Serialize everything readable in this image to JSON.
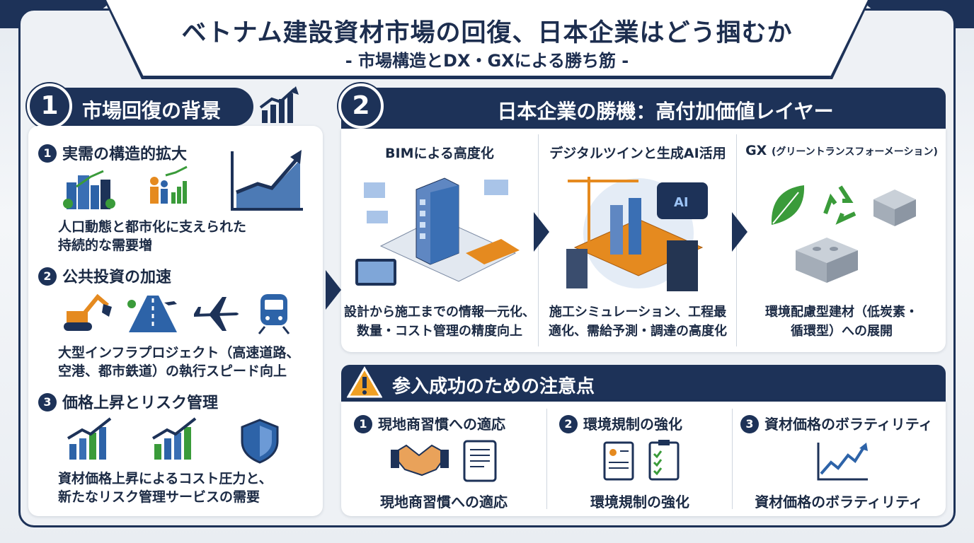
{
  "header": {
    "title": "ベトナム建設資材市場の回復、日本企業はどう掴むか",
    "subtitle": "- 市場構造とDX・GXによる勝ち筋 -"
  },
  "section1": {
    "number": "1",
    "title": "市場回復の背景",
    "items": [
      {
        "number": "1",
        "heading": "実需の構造的拡大",
        "description_lines": [
          "人口動態と都市化に支えられた",
          "持続的な需要増"
        ]
      },
      {
        "number": "2",
        "heading": "公共投資の加速",
        "description_lines": [
          "大型インフラプロジェクト（高速道路、",
          "空港、都市鉄道）の執行スピード向上"
        ]
      },
      {
        "number": "3",
        "heading": "価格上昇とリスク管理",
        "description_lines": [
          "資材価格上昇によるコスト圧力と、",
          "新たなリスク管理サービスの需要"
        ]
      }
    ]
  },
  "section2": {
    "number": "2",
    "title": "日本企業の勝機：高付加価値レイヤー",
    "columns": [
      {
        "heading": "BIMによる高度化",
        "description_lines": [
          "設計から施工までの情報一元化、",
          "数量・コスト管理の精度向上"
        ]
      },
      {
        "heading": "デジタルツインと生成AI活用",
        "description_lines": [
          "施工シミュレーション、工程最",
          "適化、需給予測・調達の高度化"
        ]
      },
      {
        "heading": "GX",
        "heading_small": "(グリーントランスフォーメーション)",
        "description_lines": [
          "環境配慮型建材（低炭素・",
          "循環型）への展開"
        ]
      }
    ]
  },
  "section3": {
    "title": "参入成功のための注意点",
    "items": [
      {
        "number": "1",
        "heading": "現地商習慣への適応",
        "caption": "現地商習慣への適応"
      },
      {
        "number": "2",
        "heading": "環境規制の強化",
        "caption": "環境規制の強化"
      },
      {
        "number": "3",
        "heading": "資材価格のボラティリティ",
        "caption": "資材価格のボラティリティ"
      }
    ]
  },
  "colors": {
    "navy": "#1d3258",
    "blue": "#2d63a8",
    "green": "#3a9b3a",
    "orange": "#e58a1f"
  }
}
